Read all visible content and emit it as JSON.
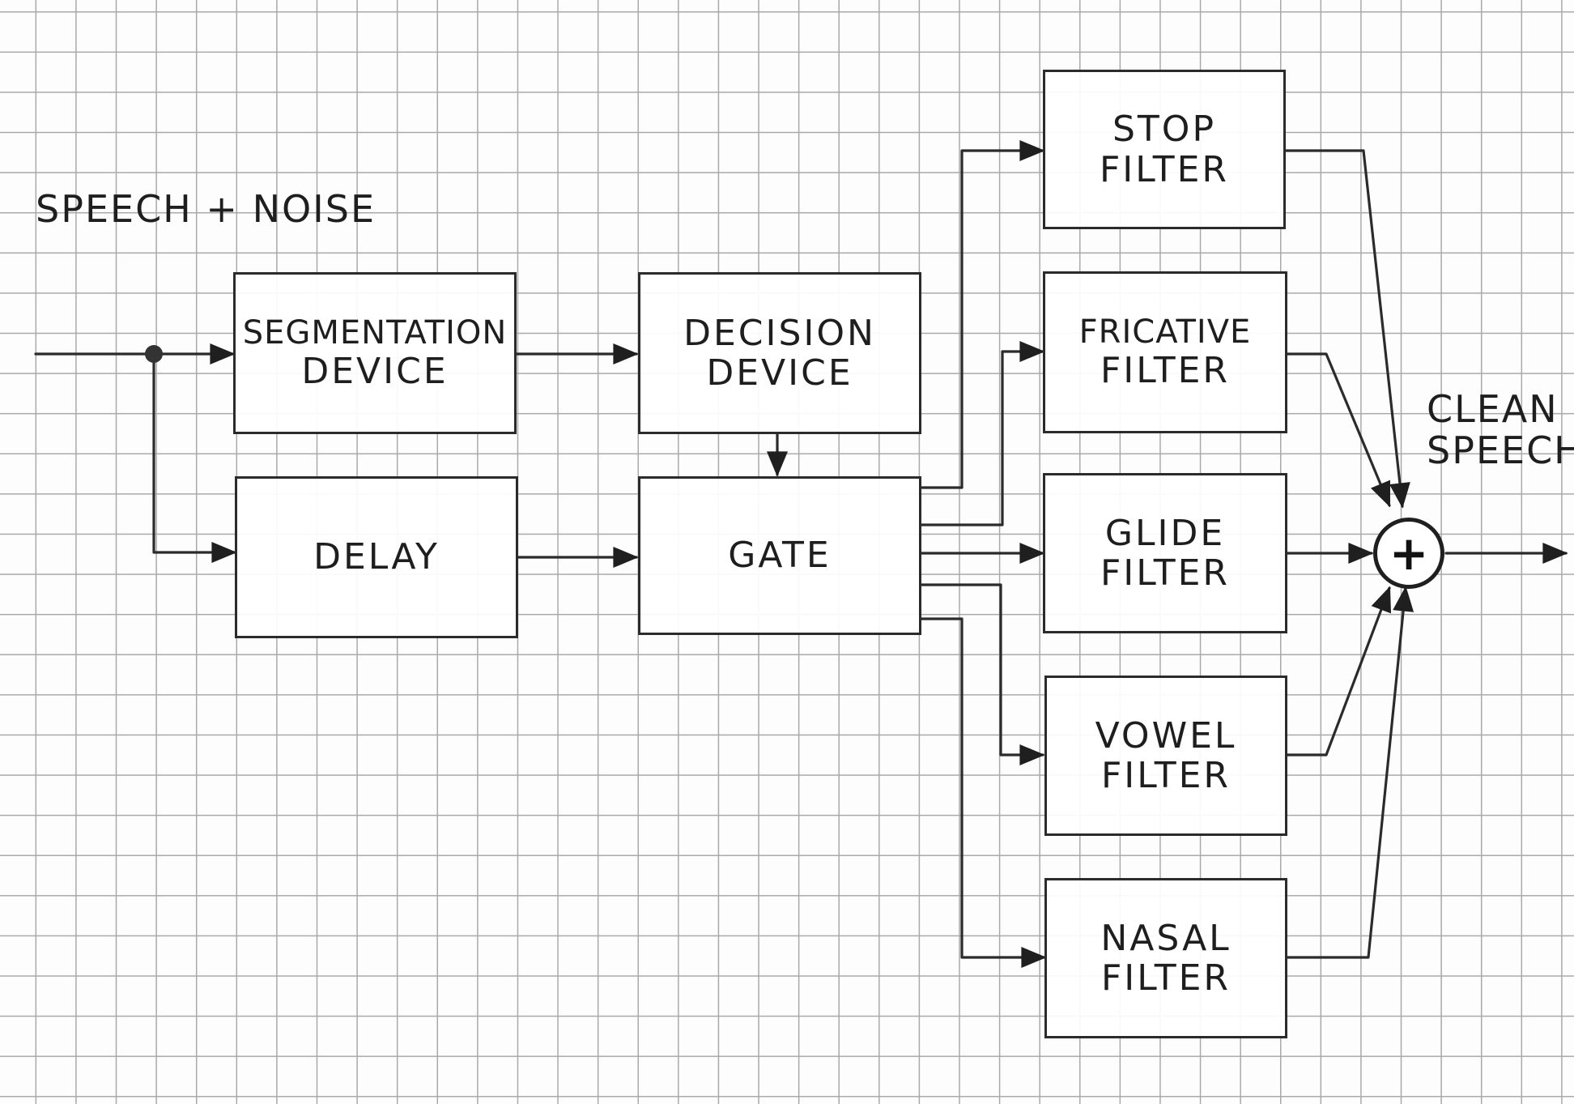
{
  "title": "SPEECH + NOISE",
  "output": {
    "line1": "CLEAN",
    "line2": "SPEECH"
  },
  "blocks": {
    "segmentation": {
      "line1": "SEGMENTATION",
      "line2": "DEVICE"
    },
    "delay": {
      "line1": "DELAY"
    },
    "decision": {
      "line1": "DECISION",
      "line2": "DEVICE"
    },
    "gate": {
      "line1": "GATE"
    },
    "stop": {
      "line1": "STOP",
      "line2": "FILTER"
    },
    "fricative": {
      "line1": "FRICATIVE",
      "line2": "FILTER"
    },
    "glide": {
      "line1": "GLIDE",
      "line2": "FILTER"
    },
    "vowel": {
      "line1": "VOWEL",
      "line2": "FILTER"
    },
    "nasal": {
      "line1": "NASAL",
      "line2": "FILTER"
    }
  },
  "sum_node": {
    "symbol": "+"
  },
  "colors": {
    "ink": "#2b2b2b",
    "grid": "#a9a9a9",
    "paper": "#fdfdfd"
  }
}
